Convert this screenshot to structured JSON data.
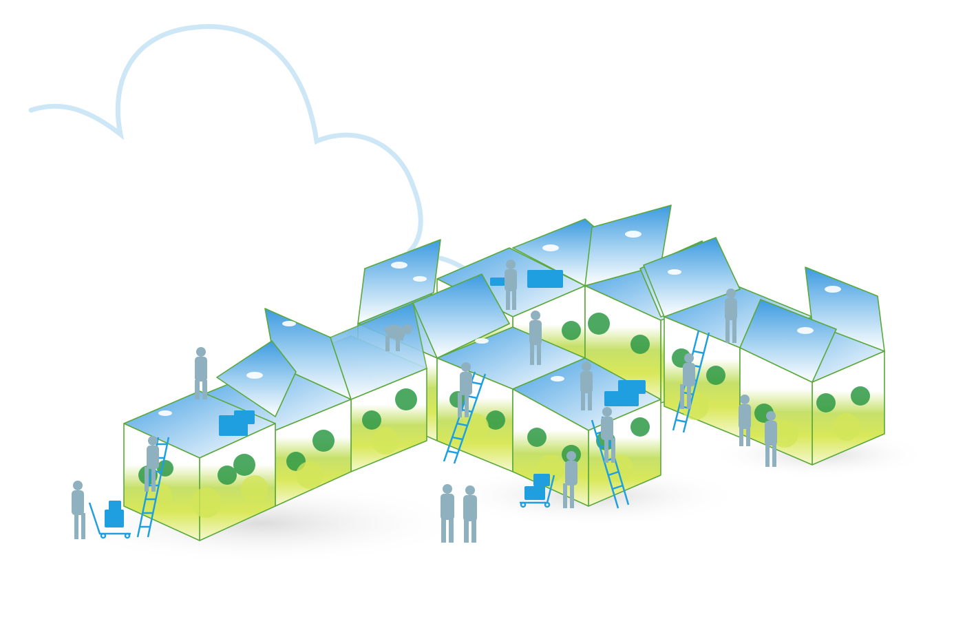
{
  "scene": {
    "boxes": [
      "box-a",
      "box-b",
      "box-c",
      "box-d",
      "box-e",
      "box-f",
      "box-g",
      "box-h",
      "box-i"
    ],
    "workers": 16,
    "colors": {
      "outline": "#5aa83a",
      "sky_top": "#3d9be0",
      "sky_bottom": "#ffffff",
      "foliage_dark": "#2f9a47",
      "foliage_light": "#d9e85a",
      "crate": "#1f9fe0",
      "worker": "#8fb0bf",
      "cloud": "#cde7f6",
      "shadow": "#e6e6e6"
    }
  }
}
